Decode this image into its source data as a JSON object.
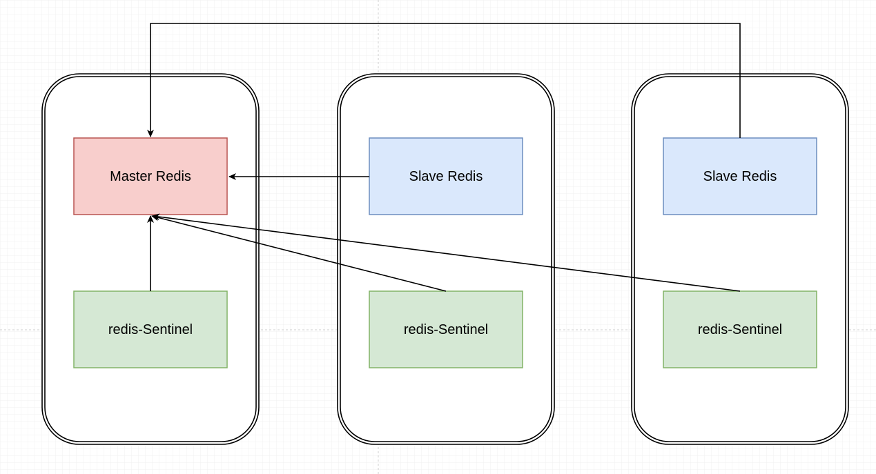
{
  "colors": {
    "grid_minor": "#f0f0f0",
    "grid_major": "#cfcfcf",
    "container_stroke": "#000000",
    "master_fill": "#f8cecc",
    "master_stroke": "#b85450",
    "slave_fill": "#dae8fc",
    "slave_stroke": "#6c8ebf",
    "sentinel_fill": "#d5e8d4",
    "sentinel_stroke": "#82b366",
    "edge": "#000000"
  },
  "containers": [
    {
      "id": "server-1"
    },
    {
      "id": "server-2"
    },
    {
      "id": "server-3"
    }
  ],
  "nodes": {
    "master": {
      "label": "Master Redis"
    },
    "slave_1": {
      "label": "Slave Redis"
    },
    "slave_2": {
      "label": "Slave Redis"
    },
    "sentinel_1": {
      "label": "redis-Sentinel"
    },
    "sentinel_2": {
      "label": "redis-Sentinel"
    },
    "sentinel_3": {
      "label": "redis-Sentinel"
    }
  },
  "edges": [
    {
      "from": "slave_1",
      "to": "master"
    },
    {
      "from": "slave_2",
      "to": "master"
    },
    {
      "from": "sentinel_1",
      "to": "master"
    },
    {
      "from": "sentinel_2",
      "to": "master"
    },
    {
      "from": "sentinel_3",
      "to": "master"
    }
  ]
}
